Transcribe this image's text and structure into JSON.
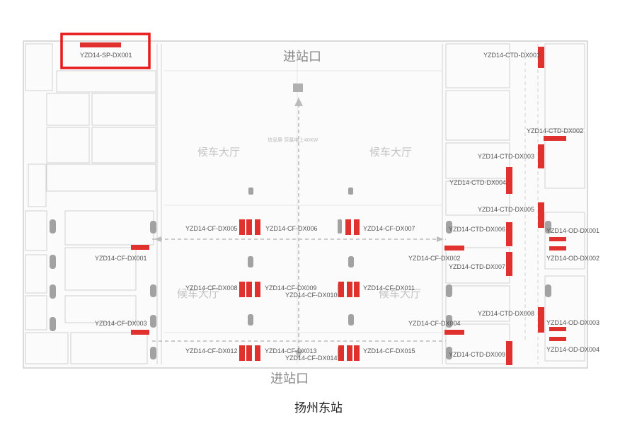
{
  "map": {
    "caption": "扬州东站",
    "entrance_top": "进站口",
    "entrance_bottom": "进站口",
    "hall_labels": [
      "候车大厅",
      "候车大厅",
      "候车大厅",
      "候车大厅"
    ],
    "center_note": "信息屏 荧幕电上40KW",
    "highlight_label": "YZD14-SP-DX001",
    "colors": {
      "marker": "#e0312f",
      "highlight": "#e8191a",
      "wall": "#c9c9c9",
      "grey_marker": "#9a9a9a"
    },
    "labels": [
      "YZD14-CTD-DX001",
      "YZD14-CTD-DX002",
      "YZD14-CTD-DX003",
      "YZD14-CTD-DX004",
      "YZD14-CTD-DX005",
      "YZD14-CTD-DX006",
      "YZD14-CTD-DX007",
      "YZD14-CTD-DX008",
      "YZD14-CTD-DX009",
      "YZD14-OD-DX001",
      "YZD14-OD-DX002",
      "YZD14-OD-DX003",
      "YZD14-OD-DX004",
      "YZD14-CF-DX001",
      "YZD14-CF-DX002",
      "YZD14-CF-DX003",
      "YZD14-CF-DX004",
      "YZD14-CF-DX005",
      "YZD14-CF-DX006",
      "YZD14-CF-DX007",
      "YZD14-CF-DX008",
      "YZD14-CF-DX009",
      "YZD14-CF-DX010",
      "YZD14-CF-DX011",
      "YZD14-CF-DX012",
      "YZD14-CF-DX013",
      "YZD14-CF-DX014",
      "YZD14-CF-DX015"
    ]
  }
}
